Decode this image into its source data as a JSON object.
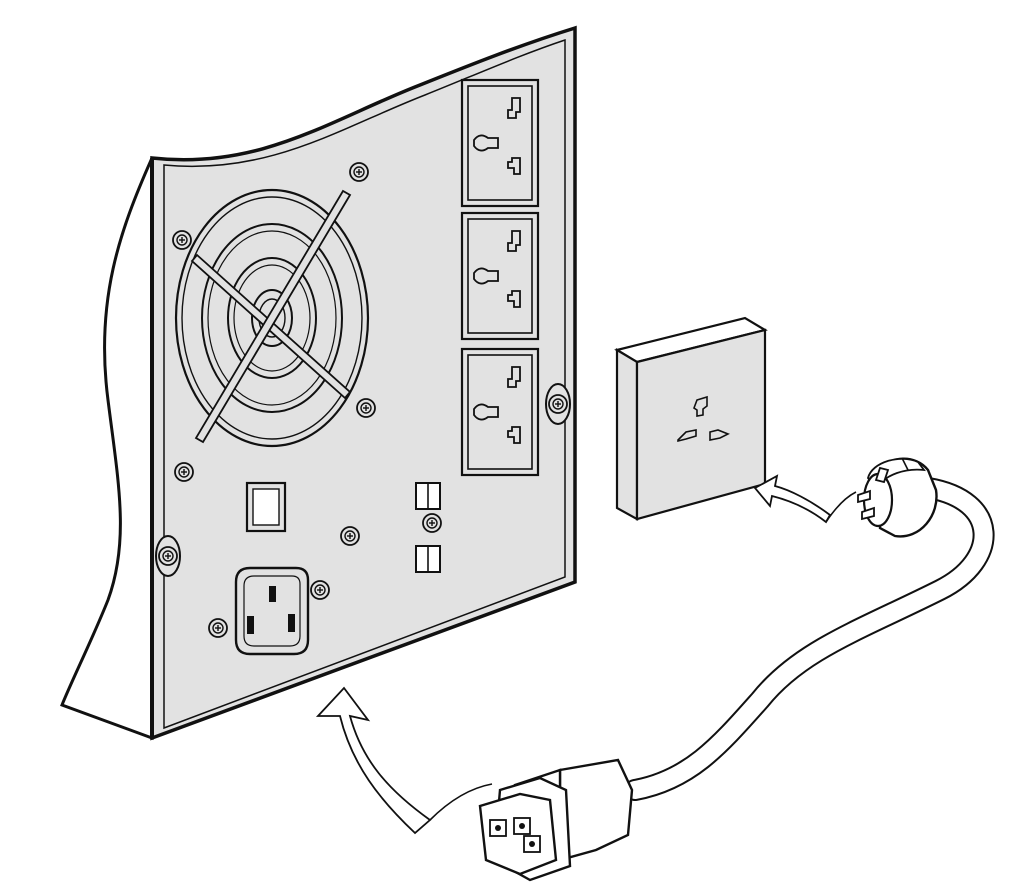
{
  "figure": {
    "description_text": "",
    "colors": {
      "panel_fill": "#e2e2e2",
      "panel_dark": "#b9b9b9",
      "outline": "#111111",
      "background": "#ffffff",
      "arrow_fill": "#ffffff"
    },
    "components": {
      "ups_rear_panel": "ups-rear-panel",
      "cooling_fan": "fan-grille-icon",
      "output_sockets": 3,
      "ac_input_inlet": "iec-c14-inlet-icon",
      "wall_outlet": "universal-wall-outlet-icon",
      "power_cord": "power-cord",
      "plug": "universal-plug-icon",
      "connector": "iec-c13-connector-icon"
    }
  }
}
